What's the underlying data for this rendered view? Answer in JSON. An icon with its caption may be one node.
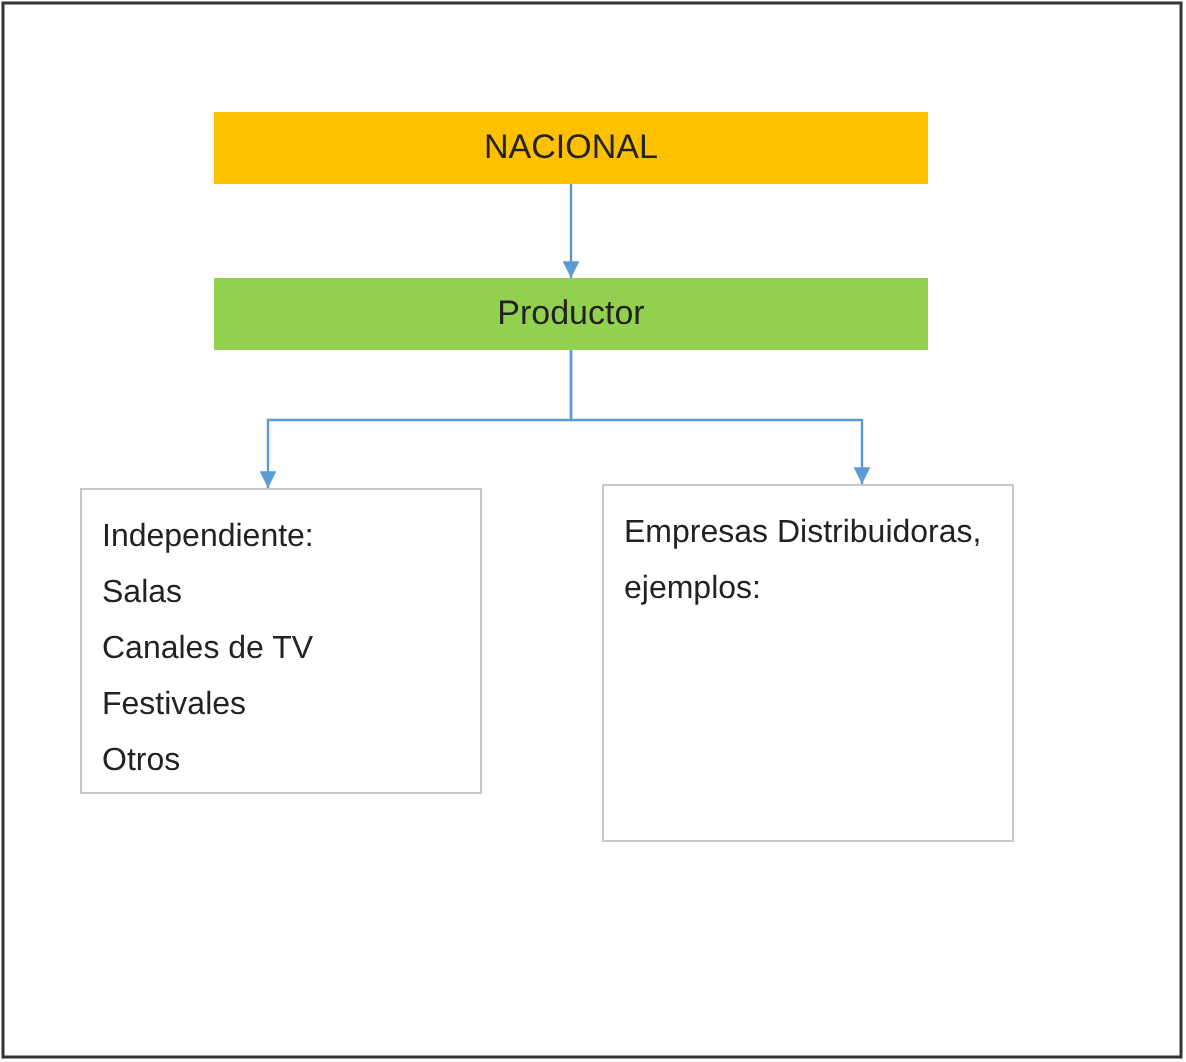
{
  "diagram": {
    "nodes": [
      {
        "text": [
          "NACIONAL"
        ]
      },
      {
        "text": [
          "Productor"
        ]
      },
      {
        "text": [
          "Independiente:",
          "Salas",
          "Canales de TV",
          "Festivales",
          "Otros"
        ]
      },
      {
        "text": [
          "Empresas Distribuidoras, ejemplos:"
        ]
      }
    ],
    "edges": [
      {
        "from": 0,
        "to": 1,
        "arrow": "to"
      },
      {
        "from": 1,
        "to": 2,
        "arrow": "to"
      },
      {
        "from": 1,
        "to": 3,
        "arrow": "to"
      }
    ]
  }
}
